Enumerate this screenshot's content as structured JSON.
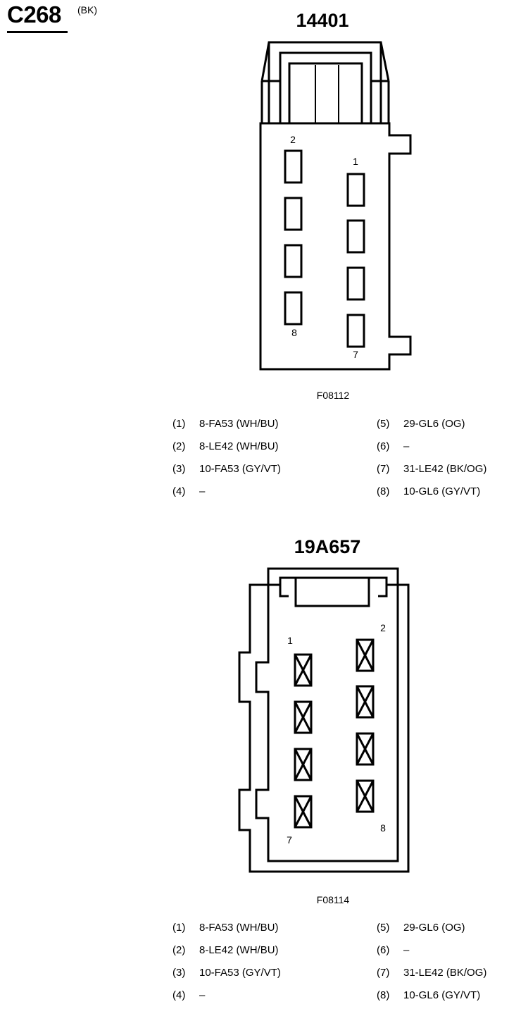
{
  "header": {
    "connector_id": "C268",
    "connector_color": "(BK)"
  },
  "views": [
    {
      "part_number": "14401",
      "figure_id": "F08112",
      "pin_numbers": [
        "1",
        "2",
        "7",
        "8"
      ],
      "pins": [
        {
          "label": "(1)",
          "value": "8-FA53 (WH/BU)"
        },
        {
          "label": "(2)",
          "value": "8-LE42 (WH/BU)"
        },
        {
          "label": "(3)",
          "value": "10-FA53 (GY/VT)"
        },
        {
          "label": "(4)",
          "value": "–"
        },
        {
          "label": "(5)",
          "value": "29-GL6 (OG)"
        },
        {
          "label": "(6)",
          "value": "–"
        },
        {
          "label": "(7)",
          "value": "31-LE42 (BK/OG)"
        },
        {
          "label": "(8)",
          "value": "10-GL6 (GY/VT)"
        }
      ]
    },
    {
      "part_number": "19A657",
      "figure_id": "F08114",
      "pin_numbers": [
        "1",
        "2",
        "7",
        "8"
      ],
      "pins": [
        {
          "label": "(1)",
          "value": "8-FA53 (WH/BU)"
        },
        {
          "label": "(2)",
          "value": "8-LE42 (WH/BU)"
        },
        {
          "label": "(3)",
          "value": "10-FA53 (GY/VT)"
        },
        {
          "label": "(4)",
          "value": "–"
        },
        {
          "label": "(5)",
          "value": "29-GL6 (OG)"
        },
        {
          "label": "(6)",
          "value": "–"
        },
        {
          "label": "(7)",
          "value": "31-LE42 (BK/OG)"
        },
        {
          "label": "(8)",
          "value": "10-GL6 (GY/VT)"
        }
      ]
    }
  ]
}
